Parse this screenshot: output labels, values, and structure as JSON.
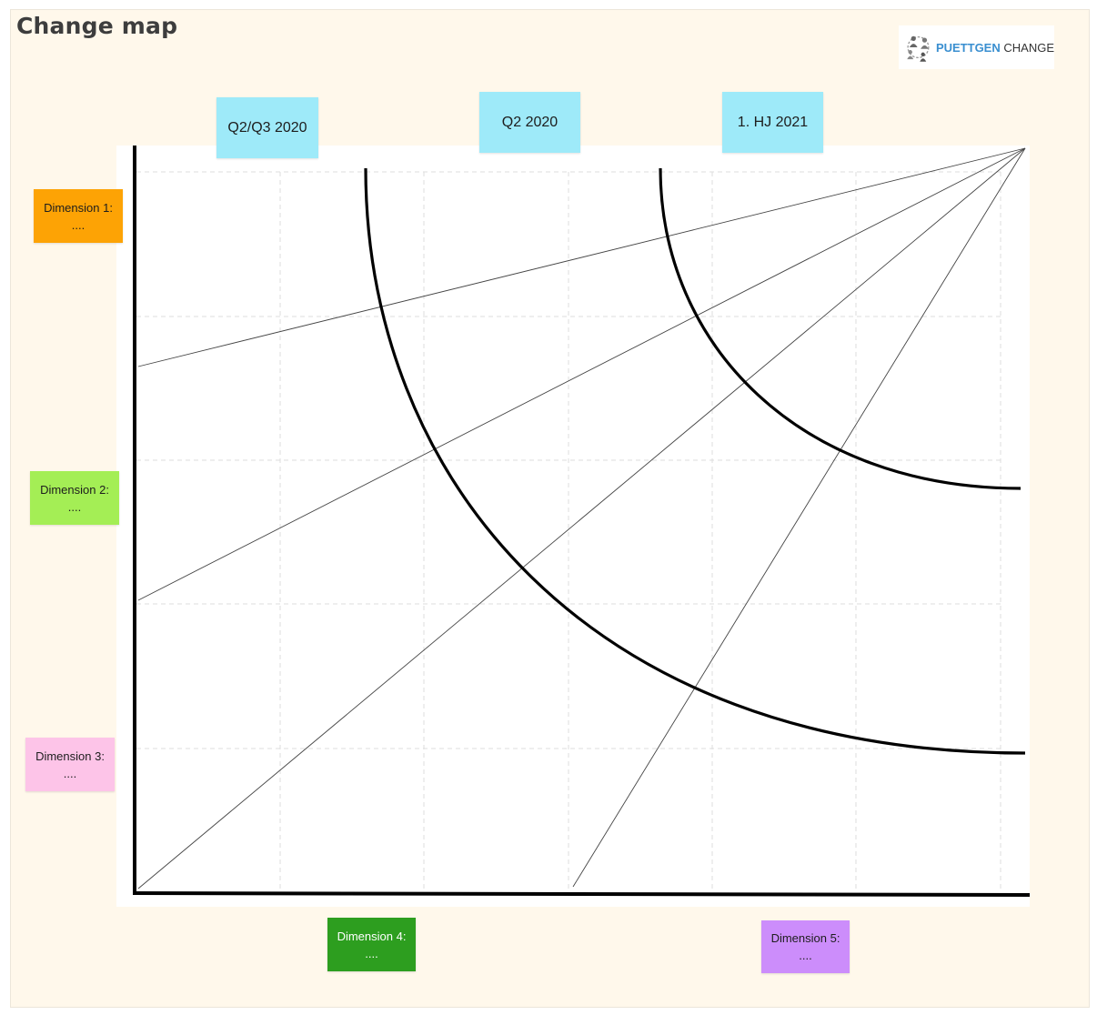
{
  "board": {
    "title": "Change map",
    "logo": {
      "brand": "PUETTGEN",
      "suffix": "CHANGE",
      "icon": "people-network-icon"
    }
  },
  "time_labels": [
    {
      "label": "Q2/Q3 2020",
      "color": "#9eeaf9"
    },
    {
      "label": "Q2 2020",
      "color": "#9eeaf9"
    },
    {
      "label": "1. HJ 2021",
      "color": "#9eeaf9"
    }
  ],
  "dimensions": [
    {
      "label": "Dimension 1:",
      "value": "....",
      "color": "#fda305"
    },
    {
      "label": "Dimension 2:",
      "value": "....",
      "color": "#a4ee55"
    },
    {
      "label": "Dimension 3:",
      "value": "....",
      "color": "#fdc4e8"
    },
    {
      "label": "Dimension 4:",
      "value": "....",
      "color": "#2d9e1f",
      "text_color": "#ffffff"
    },
    {
      "label": "Dimension 5:",
      "value": "....",
      "color": "#cc8dfb"
    }
  ],
  "colors": {
    "board_background": "#fff8eb",
    "canvas": "#ffffff",
    "grid": "#dddddd",
    "axis": "#000000"
  }
}
